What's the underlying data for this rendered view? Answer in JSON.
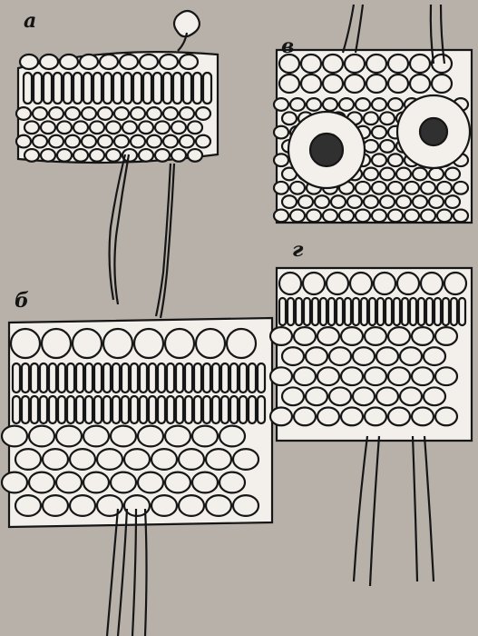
{
  "figure": {
    "panels": [
      {
        "id": "a",
        "letter": "а"
      },
      {
        "id": "b",
        "letter": "б"
      },
      {
        "id": "v",
        "letter": "в"
      },
      {
        "id": "g",
        "letter": "г"
      }
    ]
  }
}
